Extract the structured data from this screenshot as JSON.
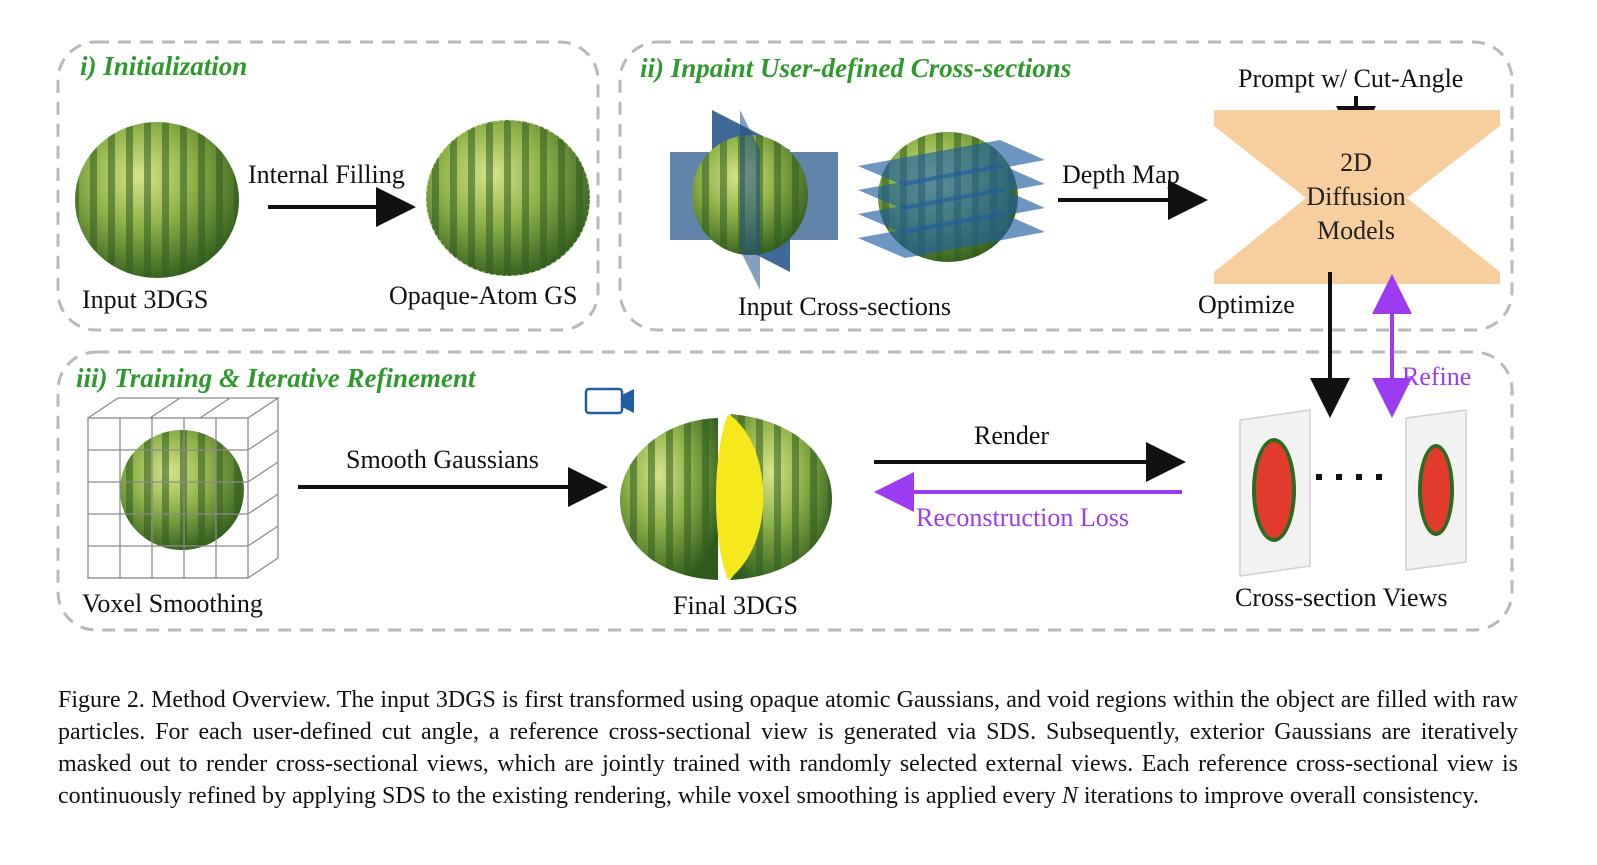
{
  "panels": {
    "init": {
      "title": "i) Initialization"
    },
    "inpaint": {
      "title": "ii) Inpaint User-defined Cross-sections"
    },
    "training": {
      "title": "iii) Training & Iterative Refinement"
    }
  },
  "labels": {
    "input_3dgs": "Input 3DGS",
    "internal_filling": "Internal Filling",
    "opaque_atom_gs": "Opaque-Atom GS",
    "input_cross_sections": "Input Cross-sections",
    "depth_map": "Depth Map",
    "prompt": "Prompt w/ Cut-Angle",
    "diffusion_line1": "2D",
    "diffusion_line2": "Diffusion",
    "diffusion_line3": "Models",
    "optimize": "Optimize",
    "refine": "Refine",
    "voxel_smoothing": "Voxel Smoothing",
    "smooth_gaussians": "Smooth Gaussians",
    "final_3dgs": "Final 3DGS",
    "render": "Render",
    "reconstruction_loss": "Reconstruction Loss",
    "cross_section_views": "Cross-section Views"
  },
  "caption": {
    "lead": "Figure 2. Method Overview. The input 3DGS is first transformed using opaque atomic Gaussians, and void regions within the object are filled with raw particles. For each user-defined cut angle, a reference cross-sectional view is generated via SDS. Subsequently, exterior Gaussians are iteratively masked out to render cross-sectional views, which are jointly trained with randomly selected external views. Each reference cross-sectional view is continuously refined by applying SDS to the existing rendering, while voxel smoothing is applied every ",
    "var": "N",
    "tail": " iterations to improve overall consistency."
  },
  "colors": {
    "panel_border": "#b9b9b9",
    "title_green": "#2e9a2e",
    "purple": "#9b3cf0",
    "diffusion_fill": "#f7cf9f",
    "plane_blue": "#1f4f86",
    "melon_yellow": "#f5e81c",
    "melon_red": "#e23a2c"
  }
}
